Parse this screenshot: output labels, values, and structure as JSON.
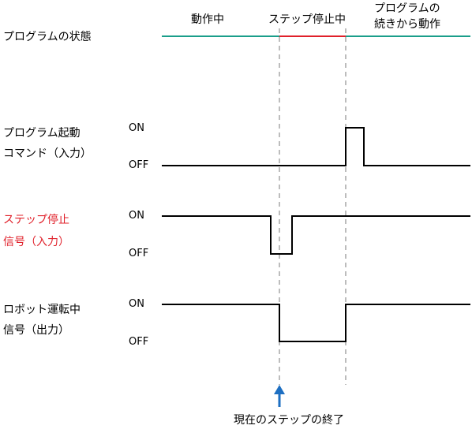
{
  "phases": {
    "running": "動作中",
    "step_stop": "ステップ停止中",
    "resume_line1": "プログラムの",
    "resume_line2": "続きから動作"
  },
  "signals": [
    {
      "label_lines": [
        "プログラムの状態"
      ]
    },
    {
      "label_lines": [
        "プログラム起動",
        "コマンド（入力）"
      ],
      "on": "ON",
      "off": "OFF"
    },
    {
      "label_lines": [
        "ステップ停止",
        "信号（入力）"
      ],
      "on": "ON",
      "off": "OFF",
      "color": "#e0202a"
    },
    {
      "label_lines": [
        "ロボット運転中",
        "信号（出力）"
      ],
      "on": "ON",
      "off": "OFF"
    }
  ],
  "annotation": "現在のステップの終了",
  "colors": {
    "state_line": "#1a9e8a",
    "stop_segment": "#e0202a",
    "arrow": "#1d6fc2",
    "dashed": "#999999",
    "signal": "#000000"
  }
}
